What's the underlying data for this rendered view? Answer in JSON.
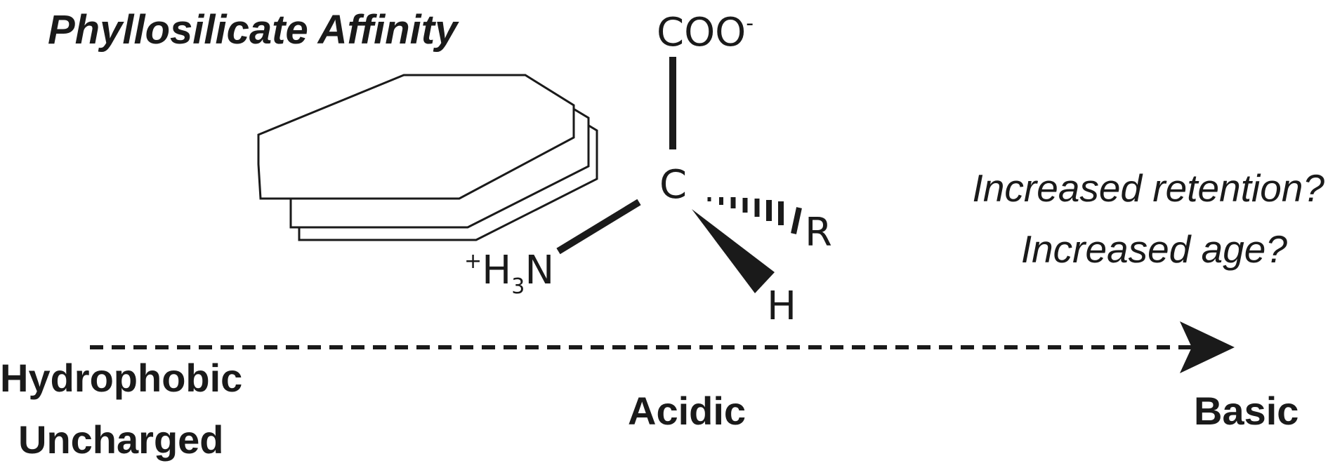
{
  "title": "Phyllosilicate Affinity",
  "molecule": {
    "carboxylate": "COO",
    "carboxylate_charge": "-",
    "alpha_carbon": "C",
    "side_chain": "R",
    "hydrogen": "H",
    "amine_charge": "+",
    "amine_h": "H",
    "amine_subscript": "3",
    "amine_n": "N"
  },
  "annotations": {
    "question_1": "Increased retention?",
    "question_2": "Increased age?"
  },
  "scale": {
    "left_line_1": "Hydrophobic",
    "left_line_2": "Uncharged",
    "middle": "Acidic",
    "right": "Basic"
  }
}
